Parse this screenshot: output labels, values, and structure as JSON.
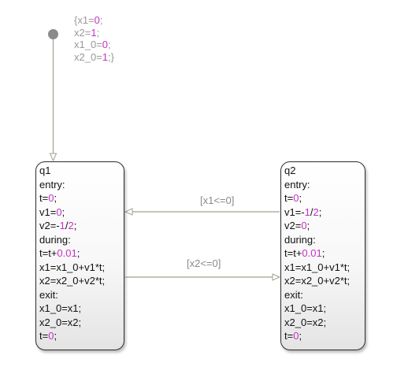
{
  "diagram": {
    "initial_action": {
      "lines": [
        [
          {
            "t": "{x1="
          },
          {
            "t": "0",
            "num": true
          },
          {
            "t": ";"
          }
        ],
        [
          {
            "t": "x2="
          },
          {
            "t": "1",
            "num": true
          },
          {
            "t": ";"
          }
        ],
        [
          {
            "t": "x1_0="
          },
          {
            "t": "0",
            "num": true
          },
          {
            "t": ";"
          }
        ],
        [
          {
            "t": "x2_0="
          },
          {
            "t": "1",
            "num": true
          },
          {
            "t": ";}"
          }
        ]
      ]
    },
    "states": [
      {
        "id": "q1",
        "lines": [
          [
            {
              "t": "q1"
            }
          ],
          [
            {
              "t": "entry:"
            }
          ],
          [
            {
              "t": "t="
            },
            {
              "t": "0",
              "num": true
            },
            {
              "t": ";"
            }
          ],
          [
            {
              "t": "v1="
            },
            {
              "t": "0",
              "num": true
            },
            {
              "t": ";"
            }
          ],
          [
            {
              "t": "v2=-"
            },
            {
              "t": "1",
              "num": true
            },
            {
              "t": "/"
            },
            {
              "t": "2",
              "num": true
            },
            {
              "t": ";"
            }
          ],
          [
            {
              "t": "during:"
            }
          ],
          [
            {
              "t": "t=t+"
            },
            {
              "t": "0.01",
              "num": true
            },
            {
              "t": ";"
            }
          ],
          [
            {
              "t": "x1=x1_0+v1*t;"
            }
          ],
          [
            {
              "t": "x2=x2_0+v2*t;"
            }
          ],
          [
            {
              "t": "exit:"
            }
          ],
          [
            {
              "t": "x1_0=x1;"
            }
          ],
          [
            {
              "t": "x2_0=x2;"
            }
          ],
          [
            {
              "t": "t="
            },
            {
              "t": "0",
              "num": true
            },
            {
              "t": ";"
            }
          ]
        ]
      },
      {
        "id": "q2",
        "lines": [
          [
            {
              "t": "q2"
            }
          ],
          [
            {
              "t": "entry:"
            }
          ],
          [
            {
              "t": "t="
            },
            {
              "t": "0",
              "num": true
            },
            {
              "t": ";"
            }
          ],
          [
            {
              "t": "v1=-"
            },
            {
              "t": "1",
              "num": true
            },
            {
              "t": "/"
            },
            {
              "t": "2",
              "num": true
            },
            {
              "t": ";"
            }
          ],
          [
            {
              "t": "v2="
            },
            {
              "t": "0",
              "num": true
            },
            {
              "t": ";"
            }
          ],
          [
            {
              "t": "during:"
            }
          ],
          [
            {
              "t": "t=t+"
            },
            {
              "t": "0.01",
              "num": true
            },
            {
              "t": ";"
            }
          ],
          [
            {
              "t": "x1=x1_0+v1*t;"
            }
          ],
          [
            {
              "t": "x2=x2_0+v2*t;"
            }
          ],
          [
            {
              "t": "exit:"
            }
          ],
          [
            {
              "t": "x1_0=x1;"
            }
          ],
          [
            {
              "t": "x2_0=x2;"
            }
          ],
          [
            {
              "t": "t="
            },
            {
              "t": "0",
              "num": true
            },
            {
              "t": ";"
            }
          ]
        ]
      }
    ],
    "transitions": [
      {
        "from": "q2",
        "to": "q1",
        "condition": "[x1<=0]"
      },
      {
        "from": "q1",
        "to": "q2",
        "condition": "[x2<=0]"
      }
    ],
    "colors": {
      "number": "#c532c5",
      "state_border": "#2b2b2b",
      "transition_line": "#a0a090",
      "label_gray": "#8a8a8a"
    }
  }
}
